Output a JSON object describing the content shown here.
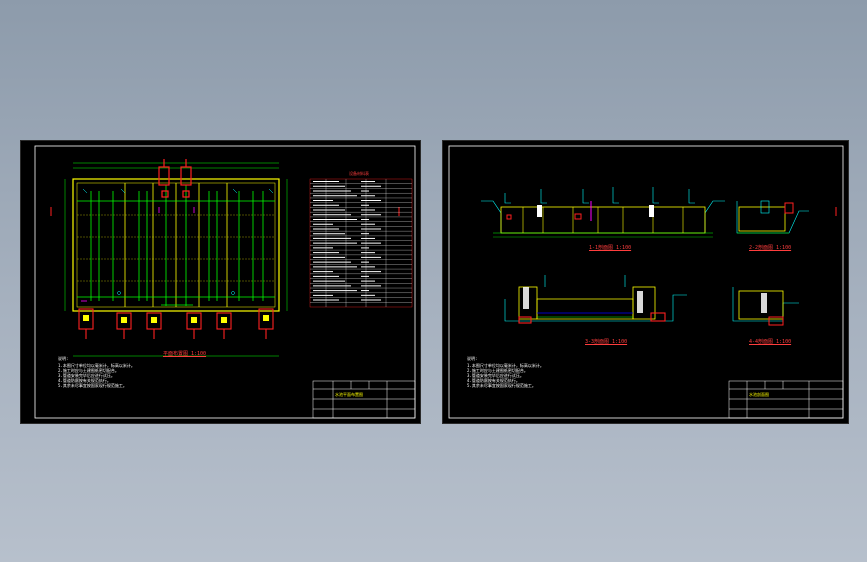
{
  "viewer": {
    "background_top": "#8d9bab",
    "background_bottom": "#b7c0cc",
    "sheet_color": "#000000"
  },
  "left_sheet": {
    "plan_title": "平面布置图 1:100",
    "table_title": "设备材料表",
    "notes_heading": "说明:",
    "notes": [
      "1.本图尺寸单位均以毫米计，标高以米计。",
      "2.施工时应与土建图纸密切配合。",
      "3.管道安装完毕后应进行试压。",
      "4.管道防腐按有关规范执行。",
      "5.其余未尽事宜按国家现行规范施工。"
    ],
    "title_block": "水池平面布置图"
  },
  "right_sheet": {
    "section_titles": [
      "1-1剖面图 1:100",
      "2-2剖面图 1:100",
      "3-3剖面图 1:100",
      "4-4剖面图 1:100"
    ],
    "notes_heading": "说明:",
    "notes": [
      "1.本图尺寸单位均以毫米计，标高以米计。",
      "2.施工时应与土建图纸密切配合。",
      "3.管道安装完毕后应进行试压。",
      "4.管道防腐按有关规范执行。",
      "5.其余未尽事宜按国家现行规范施工。"
    ],
    "title_block": "水池剖面图"
  },
  "colors": {
    "frame": "#ffffff",
    "wall": "#ffff00",
    "pipe": "#00ff00",
    "fitting": "#ff2020",
    "dimension": "#00ff00",
    "annotation": "#00ffff",
    "accent": "#ff00ff"
  }
}
